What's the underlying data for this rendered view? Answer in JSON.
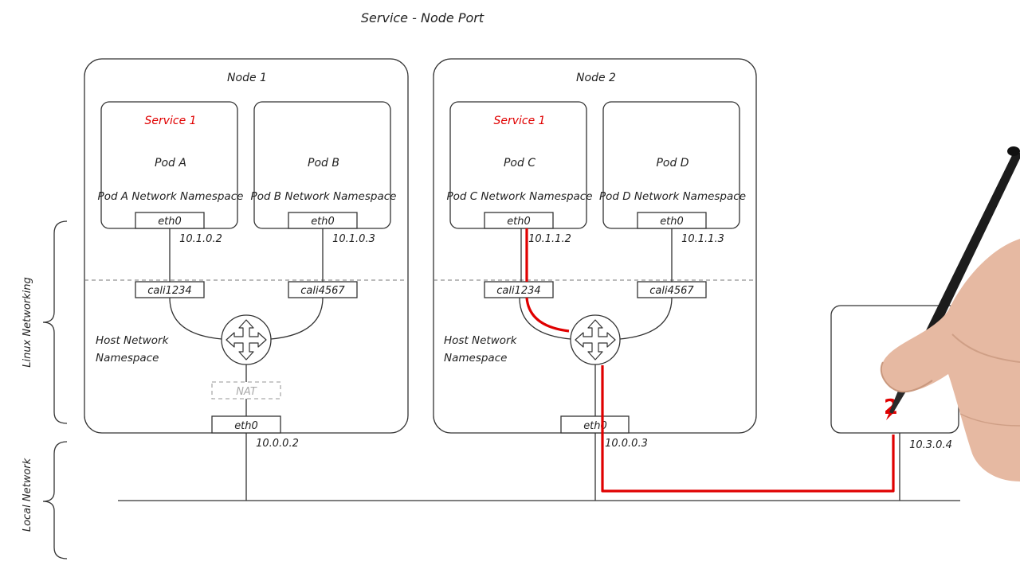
{
  "title": "Service - Node Port",
  "side_labels": {
    "linux": "Linux Networking",
    "local": "Local Network"
  },
  "nodes": [
    {
      "label": "Node 1",
      "host_ns": [
        "Host Network",
        "Namespace"
      ],
      "nat": "NAT",
      "eth": "eth0",
      "ip": "10.0.0.2",
      "pods": [
        {
          "service": "Service 1",
          "name": "Pod A",
          "ns": "Pod A Network Namespace",
          "eth": "eth0",
          "ip": "10.1.0.2",
          "cali": "cali1234"
        },
        {
          "service": "",
          "name": "Pod B",
          "ns": "Pod B Network Namespace",
          "eth": "eth0",
          "ip": "10.1.0.3",
          "cali": "cali4567"
        }
      ]
    },
    {
      "label": "Node 2",
      "host_ns": [
        "Host Network",
        "Namespace"
      ],
      "eth": "eth0",
      "ip": "10.0.0.3",
      "pods": [
        {
          "service": "Service 1",
          "name": "Pod C",
          "ns": "Pod C Network Namespace",
          "eth": "eth0",
          "ip": "10.1.1.2",
          "cali": "cali1234"
        },
        {
          "service": "",
          "name": "Pod D",
          "ns": "Pod D Network Namespace",
          "eth": "eth0",
          "ip": "10.1.1.3",
          "cali": "cali4567"
        }
      ]
    }
  ],
  "external": {
    "ip": "10.3.0.4",
    "mark": "2"
  },
  "colors": {
    "highlight": "#e00000",
    "line": "#333333",
    "nat": "#aaaaaa"
  }
}
